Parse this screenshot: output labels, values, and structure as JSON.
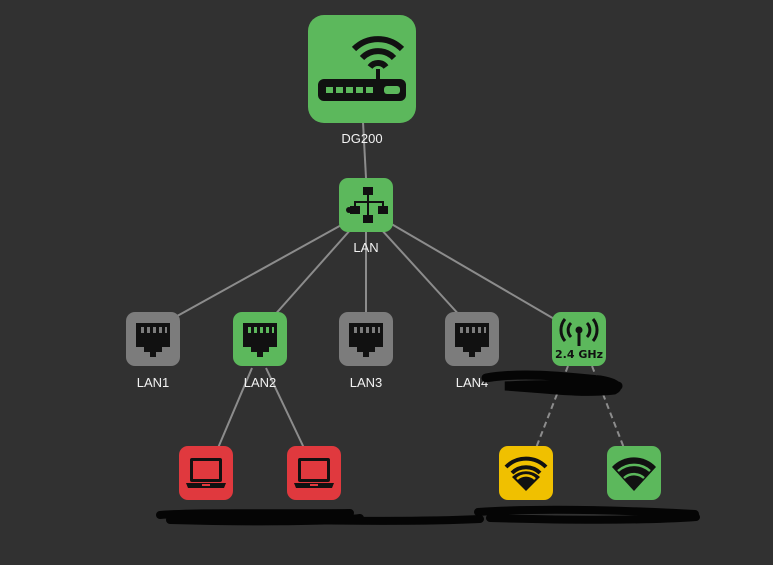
{
  "colors": {
    "background": "#313131",
    "link": "#8c8c8c",
    "online": "#5cb85c",
    "offline": "#7c7c7c",
    "alert": "#e0393e",
    "warning": "#f0c000",
    "icon": "#111111",
    "label": "#f2f2f2"
  },
  "router": {
    "label": "DG200",
    "icon": "router-wifi-icon",
    "status": "online"
  },
  "switch": {
    "label": "LAN",
    "icon": "network-switch-icon",
    "status": "online"
  },
  "ports": [
    {
      "label": "LAN1",
      "icon": "ethernet-port-icon",
      "status": "offline"
    },
    {
      "label": "LAN2",
      "icon": "ethernet-port-icon",
      "status": "online"
    },
    {
      "label": "LAN3",
      "icon": "ethernet-port-icon",
      "status": "offline"
    },
    {
      "label": "LAN4",
      "icon": "ethernet-port-icon",
      "status": "offline"
    }
  ],
  "wifi": {
    "band": "2.4 GHz",
    "icon": "wifi-antenna-icon",
    "status": "online"
  },
  "clients": [
    {
      "icon": "laptop-icon",
      "status": "alert"
    },
    {
      "icon": "laptop-icon",
      "status": "alert"
    },
    {
      "icon": "wifi-signal-icon",
      "status": "warning"
    },
    {
      "icon": "wifi-signal-icon",
      "status": "online"
    }
  ]
}
